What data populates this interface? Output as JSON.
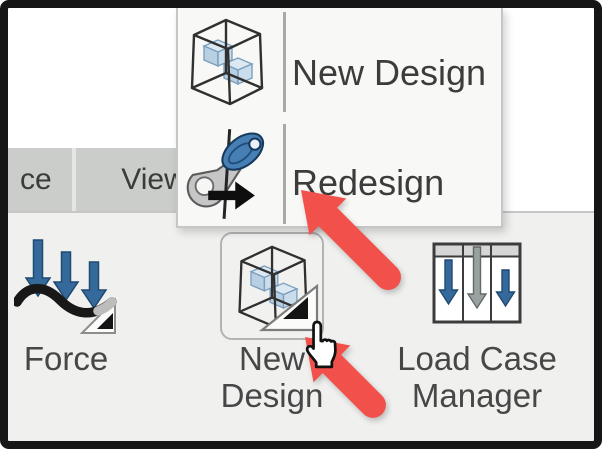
{
  "tabs": {
    "items": [
      {
        "label": "ce"
      },
      {
        "label": "View"
      }
    ]
  },
  "menu": {
    "items": [
      {
        "label": "New Design",
        "icon": "new-design-cube-icon"
      },
      {
        "label": "Redesign",
        "icon": "redesign-icon"
      }
    ]
  },
  "toolbar": {
    "buttons": [
      {
        "label": "Force",
        "icon": "force-icon",
        "has_flyout": true
      },
      {
        "label": "New Design",
        "icon": "new-design-cube-icon",
        "has_flyout": true,
        "state": "highlighted"
      },
      {
        "label": "Load Case Manager",
        "icon": "load-case-manager-icon"
      }
    ]
  },
  "annotations": {
    "arrows": [
      {
        "name": "arrow-to-redesign-menu-item"
      },
      {
        "name": "arrow-to-new-design-flyout"
      }
    ],
    "cursor": "hand-cursor"
  },
  "colors": {
    "annotation_arrow": "#f2514b",
    "frame": "#161616",
    "toolbar_bg": "#f0f0ef",
    "tab_bg": "#cacdca",
    "menu_bg": "#f8f8f6",
    "icon_blue": "#36699b",
    "icon_gray_arrow": "#9aa2a1"
  }
}
